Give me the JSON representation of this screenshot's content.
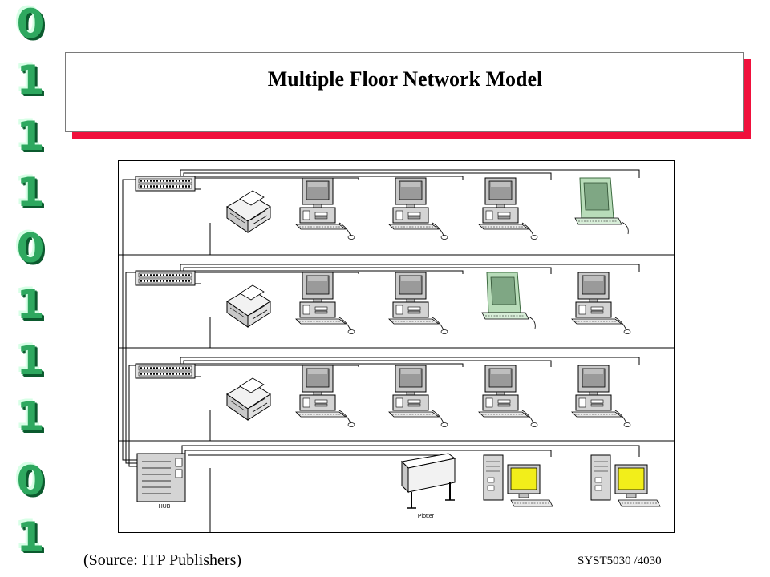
{
  "slide": {
    "title": "Multiple Floor Network Model",
    "source": "(Source: ITP Publishers)",
    "course": "SYST5030 /4030"
  },
  "decoration": {
    "binary_digits": [
      "0",
      "1",
      "1",
      "1",
      "0",
      "1",
      "1",
      "1",
      "0",
      "1"
    ],
    "color": "#2ea85f"
  },
  "diagram": {
    "floors": [
      {
        "devices": [
          "hub",
          "printer",
          "pc",
          "pc",
          "pc",
          "terminal"
        ]
      },
      {
        "devices": [
          "hub",
          "printer",
          "pc",
          "pc",
          "terminal",
          "pc"
        ]
      },
      {
        "devices": [
          "hub",
          "printer",
          "pc",
          "pc",
          "pc",
          "pc"
        ]
      },
      {
        "devices": [
          "main-hub",
          "plotter",
          "workstation",
          "workstation"
        ]
      }
    ],
    "hub_label": "HUB",
    "plotter_label": "Plotter",
    "colors": {
      "accent_border": "#f0103c",
      "terminal": "#9ec9a0",
      "monitor_screen": "#f2ee1a"
    }
  }
}
